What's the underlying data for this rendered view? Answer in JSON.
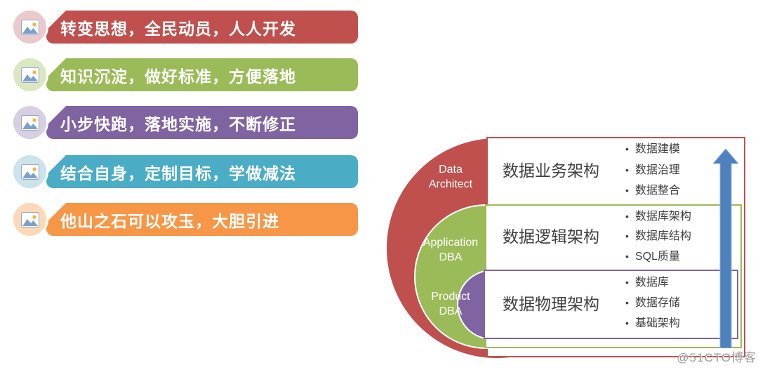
{
  "banners": [
    {
      "text": "转变思想，全民动员，人人开发",
      "color": "#C0504D",
      "tint": "#EACACC"
    },
    {
      "text": "知识沉淀，做好标准，方便落地",
      "color": "#9BBB59",
      "tint": "#DBE7C1"
    },
    {
      "text": "小步快跑，落地实施，不断修正",
      "color": "#8064A2",
      "tint": "#D8CFE3"
    },
    {
      "text": "结合自身，定制目标，学做减法",
      "color": "#4BACC6",
      "tint": "#CDE3EC"
    },
    {
      "text": "他山之石可以攻玉，大胆引进",
      "color": "#F79646",
      "tint": "#FCD9B8"
    }
  ],
  "diagram": {
    "bullet_char": "•",
    "arrow_color": "#4F81BD",
    "arrow_stroke": "#95B3D7",
    "rings": [
      {
        "line1": "Data",
        "line2": "Architect",
        "color": "#C0504D"
      },
      {
        "line1": "Application",
        "line2": "DBA",
        "color": "#9BBB59"
      },
      {
        "line1": "Product",
        "line2": "DBA",
        "color": "#8064A2"
      }
    ],
    "rows": [
      {
        "title": "数据业务架构",
        "border": "#C0504D",
        "bullets": [
          "数据建模",
          "数据治理",
          "数据整合"
        ]
      },
      {
        "title": "数据逻辑架构",
        "border": "#9BBB59",
        "bullets": [
          "数据库架构",
          "数据库结构",
          "SQL质量"
        ]
      },
      {
        "title": "数据物理架构",
        "border": "#8064A2",
        "bullets": [
          "数据库",
          "数据存储",
          "基础架构"
        ]
      }
    ]
  },
  "watermark": {
    "text": "@51CTO博客",
    "color": "#9B9B9B"
  }
}
